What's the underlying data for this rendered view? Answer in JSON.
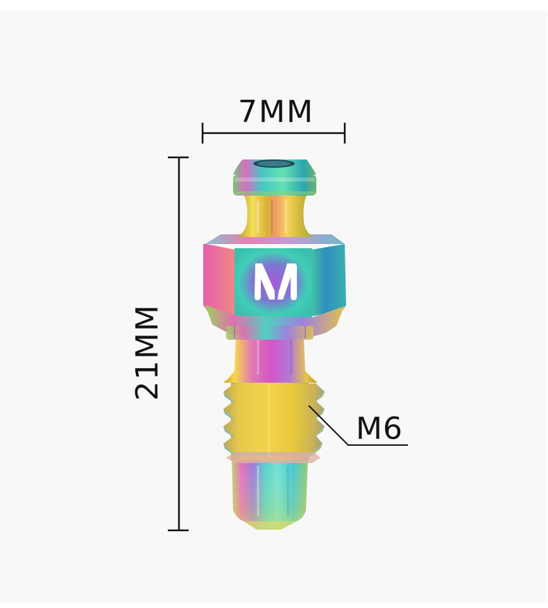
{
  "figure": {
    "background_color": "#f8f8f8",
    "line_color": "#111111",
    "subject": "iridescent titanium bleed screw with hex head and M logo"
  },
  "dimensions": {
    "width": {
      "label": "7MM",
      "axis": "horizontal"
    },
    "height": {
      "label": "21MM",
      "axis": "vertical"
    },
    "thread": {
      "label": "M6",
      "callout": "leader line to threaded section"
    }
  },
  "screw": {
    "logo_letter": "M",
    "parts": [
      "top-cap",
      "neck",
      "hex-head",
      "shank",
      "thread",
      "tip"
    ],
    "colors": {
      "pink": "#e76fa3",
      "magenta": "#d44fbf",
      "purple": "#9a6ad6",
      "blue": "#3a8fc0",
      "teal": "#3fcfb5",
      "green": "#8fd88a",
      "yellow": "#e8c83a",
      "gold": "#d9a928",
      "orange": "#ef9a6a"
    }
  }
}
